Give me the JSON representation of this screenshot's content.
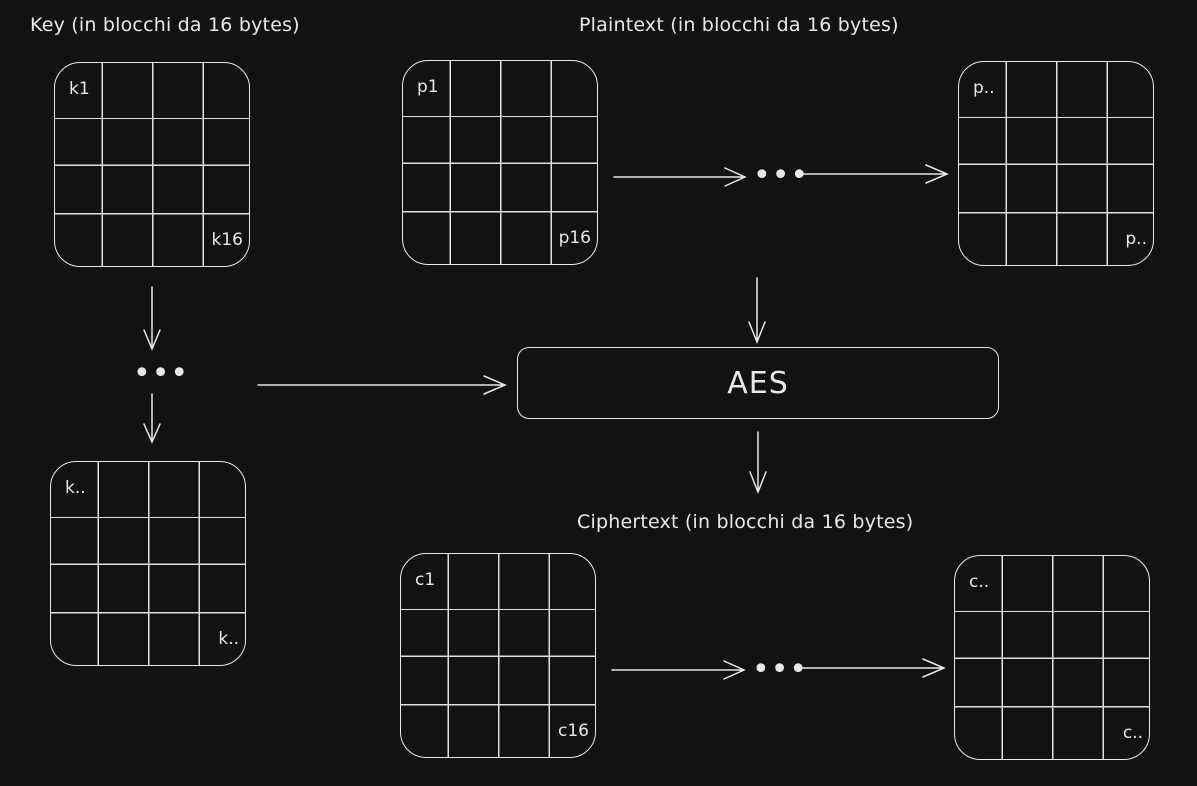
{
  "labels": {
    "key": "Key (in blocchi da 16 bytes)",
    "plaintext": "Plaintext (in blocchi da 16 bytes)",
    "ciphertext": "Ciphertext (in blocchi da 16 bytes)"
  },
  "blocks": {
    "key_first": {
      "first": "k1",
      "last": "k16"
    },
    "key_last": {
      "first": "k..",
      "last": "k.."
    },
    "plain_first": {
      "first": "p1",
      "last": "p16"
    },
    "plain_last": {
      "first": "p..",
      "last": "p.."
    },
    "cipher_first": {
      "first": "c1",
      "last": "c16"
    },
    "cipher_last": {
      "first": "c..",
      "last": "c.."
    }
  },
  "ellipsis": "•••",
  "aes": "AES",
  "colors": {
    "background": "#121212",
    "stroke": "#e8e8e8"
  }
}
